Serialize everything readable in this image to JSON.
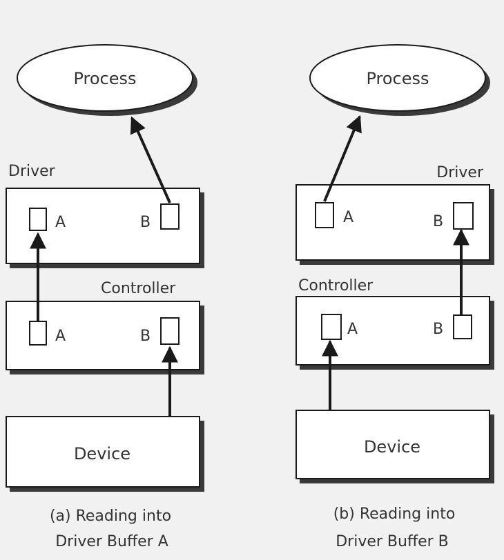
{
  "colors": {
    "background": "#f1f1f1",
    "box_fill": "#ffffff",
    "stroke": "#1a1a1a",
    "shadow": "#3a3a3a",
    "text": "#333333"
  },
  "panel_a": {
    "process_label": "Process",
    "driver_label": "Driver",
    "controller_label": "Controller",
    "device_label": "Device",
    "driver_buffer_a": "A",
    "driver_buffer_b": "B",
    "controller_buffer_a": "A",
    "controller_buffer_b": "B",
    "caption_line1": "(a) Reading into",
    "caption_line2": "Driver Buffer A"
  },
  "panel_b": {
    "process_label": "Process",
    "driver_label": "Driver",
    "controller_label": "Controller",
    "device_label": "Device",
    "driver_buffer_a": "A",
    "driver_buffer_b": "B",
    "controller_buffer_a": "A",
    "controller_buffer_b": "B",
    "caption_line1": "(b) Reading into",
    "caption_line2": "Driver Buffer B"
  }
}
